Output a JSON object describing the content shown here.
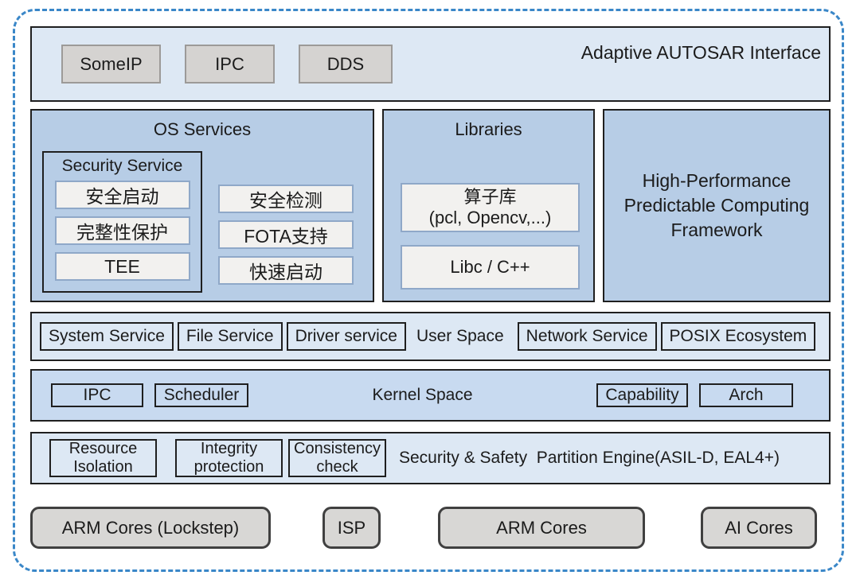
{
  "interface_bar": {
    "title": "Adaptive AUTOSAR Interface",
    "protocols": [
      "SomeIP",
      "IPC",
      "DDS"
    ]
  },
  "os_services": {
    "title": "OS Services",
    "security_service": {
      "title": "Security Service",
      "items": [
        "安全启动",
        "完整性保护",
        "TEE"
      ]
    },
    "items": [
      "安全检测",
      "FOTA支持",
      "快速启动"
    ]
  },
  "libraries": {
    "title": "Libraries",
    "items": [
      "算子库\n(pcl, Opencv,...)",
      "Libc / C++"
    ]
  },
  "hpc_framework": {
    "title": "High-Performance Predictable Computing Framework"
  },
  "user_space": {
    "label": "User Space",
    "left_items": [
      "System Service",
      "File Service",
      "Driver service"
    ],
    "right_items": [
      "Network Service",
      "POSIX Ecosystem"
    ]
  },
  "kernel_space": {
    "label": "Kernel Space",
    "left_items": [
      "IPC",
      "Scheduler"
    ],
    "right_items": [
      "Capability",
      "Arch"
    ]
  },
  "security_partition": {
    "label": "Security & Safety  Partition Engine(ASIL-D, EAL4+)",
    "items": [
      "Resource\nIsolation",
      "Integrity\nprotection",
      "Consistency\ncheck"
    ]
  },
  "hardware": {
    "items": [
      "ARM Cores (Lockstep)",
      "ISP",
      "ARM Cores",
      "AI Cores"
    ]
  },
  "colors": {
    "outer_dash_blue": "#3a87c8",
    "light_band_blue": "#dde8f4",
    "medium_block_blue": "#b7cde6",
    "kernel_band_blue": "#c8daf0",
    "protocol_box_gray": "#d5d3d1",
    "core_box_gray": "#d8d7d5",
    "inner_pill_bg": "#f2f1ef",
    "inner_pill_border": "#8fa8c8",
    "line_black": "#1f1f1f"
  }
}
